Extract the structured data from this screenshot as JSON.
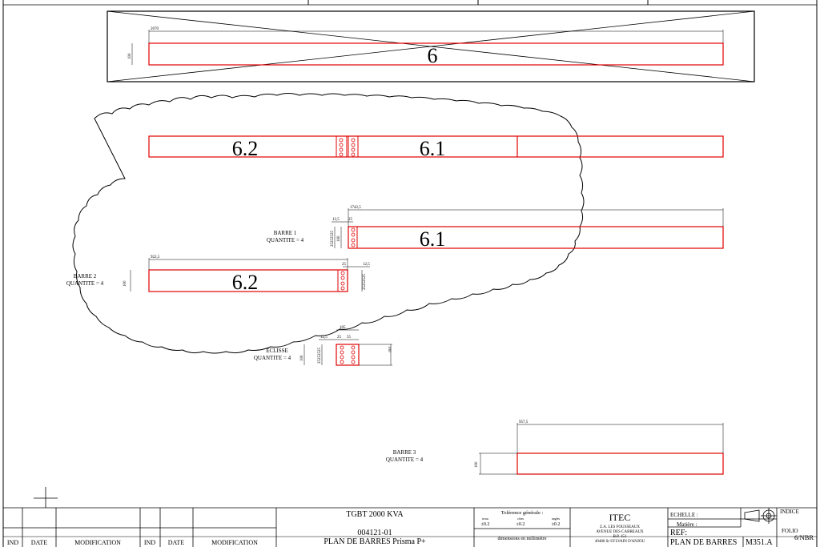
{
  "drawing": {
    "top_bar": {
      "label": "6",
      "length": "2670",
      "width": "100"
    },
    "assembly": {
      "left_label": "6.2",
      "right_label": "6.1"
    },
    "barre1": {
      "title": "BARRE 1",
      "qty": "QUANTITE = 4",
      "label": "6.1",
      "length": "1742,5",
      "width": "100",
      "d1": "12,5",
      "d2": "25",
      "pitch": "25252525"
    },
    "barre2": {
      "title": "BARRE 2",
      "qty": "QUANTITE = 4",
      "label": "6.2",
      "length": "922,5",
      "width": "100",
      "d1": "12,5",
      "d2": "25",
      "pitch": "25252525"
    },
    "eclisse": {
      "title": "ECLISSE",
      "qty": "QUANTITE = 4",
      "length": "105",
      "width": "100",
      "d1": "12,5",
      "d2": "25",
      "d3": "55",
      "pitch": "25252525"
    },
    "barre3": {
      "title": "BARRE 3",
      "qty": "QUANTITE = 4",
      "length": "957,5",
      "width": "100"
    }
  },
  "title_block": {
    "col_ind": "IND",
    "col_date": "DATE",
    "col_modif": "MODIFICATION",
    "project": "TGBT 2000 KVA",
    "number": "004121-01",
    "drawing_title": "PLAN DE BARRES Prisma P+",
    "tolerance_title": "Tolérence générale :",
    "tol_labels": [
      "trous",
      "côtes",
      "angles"
    ],
    "tol_values": [
      "±0.2",
      "±0.2",
      "±0.2"
    ],
    "units": "dimensions en millimètre",
    "company": "ITEC",
    "address": [
      "Z.A. LES FOUSSEAUX",
      "AVENUE DES CARREAUX",
      "B.P. 151",
      "49480  St SYLVAIN D'ANJOU"
    ],
    "echelle": "ECHELLE :",
    "matiere": "Matière :",
    "ref": "REF:",
    "ref_value": "PLAN DE BARRES",
    "ref_code": "M351.A",
    "indice": "INDICE",
    "folio": "FOLIO",
    "folio_value": "6/NBR"
  }
}
